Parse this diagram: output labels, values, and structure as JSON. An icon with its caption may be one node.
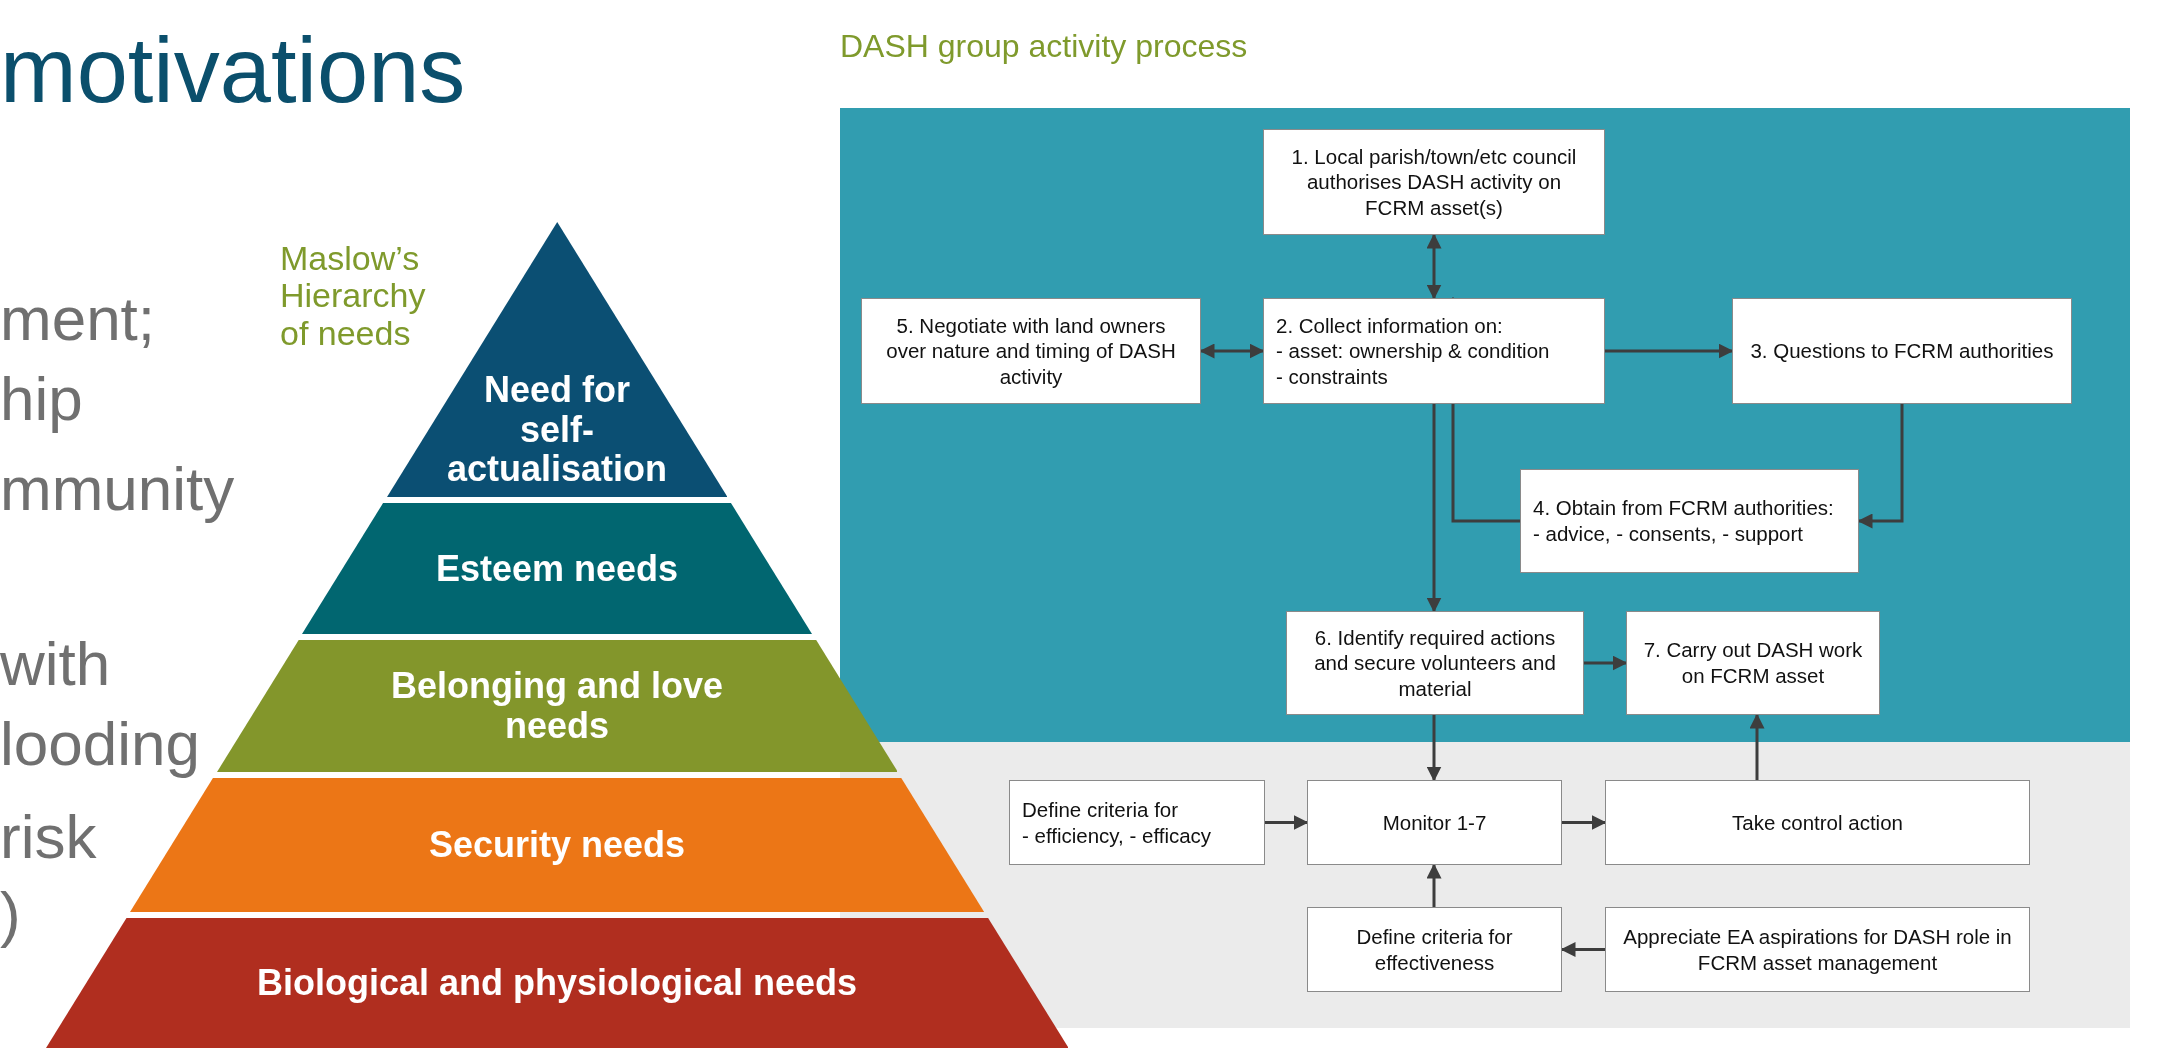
{
  "diagram": {
    "title": "DASH group activity process",
    "nodes": [
      {
        "text": [
          "Need for self-actualisation"
        ]
      },
      {
        "text": [
          "Esteem needs"
        ]
      },
      {
        "text": [
          "Belonging and love needs"
        ]
      },
      {
        "text": [
          "Security needs"
        ]
      },
      {
        "text": [
          "Biological and physiological needs"
        ]
      },
      {
        "text": [
          "1. Local parish/town/etc council authorises DASH activity on FCRM asset(s)"
        ]
      },
      {
        "text": [
          "5. Negotiate with land owners over nature and timing of DASH activity"
        ]
      },
      {
        "text": [
          "2. Collect information on:",
          "- asset: ownership & condition",
          "- constraints"
        ]
      },
      {
        "text": [
          "3. Questions to FCRM authorities"
        ]
      },
      {
        "text": [
          "4. Obtain from FCRM authorities:",
          "- advice, - consents, - support"
        ]
      },
      {
        "text": [
          "6. Identify required actions and secure volunteers and material"
        ]
      },
      {
        "text": [
          "7. Carry out DASH work on FCRM asset"
        ]
      },
      {
        "text": [
          "Define criteria for",
          "- efficiency, - efficacy"
        ]
      },
      {
        "text": [
          "Monitor 1-7"
        ]
      },
      {
        "text": [
          "Take control action"
        ]
      },
      {
        "text": [
          "Define criteria for effectiveness"
        ]
      },
      {
        "text": [
          "Appreciate EA aspirations for DASH role in FCRM asset management"
        ]
      }
    ],
    "edges": [
      {
        "from": 5,
        "to": 7,
        "arrow": "both"
      },
      {
        "from": 6,
        "to": 7,
        "arrow": "both"
      },
      {
        "from": 7,
        "to": 8,
        "arrow": "to"
      },
      {
        "from": 8,
        "to": 9,
        "arrow": "to"
      },
      {
        "from": 9,
        "to": 7,
        "arrow": "to"
      },
      {
        "from": 7,
        "to": 10,
        "arrow": "to"
      },
      {
        "from": 10,
        "to": 11,
        "arrow": "to"
      },
      {
        "from": 10,
        "to": 13,
        "arrow": "to"
      },
      {
        "from": 12,
        "to": 13,
        "arrow": "to"
      },
      {
        "from": 13,
        "to": 14,
        "arrow": "to"
      },
      {
        "from": 14,
        "to": 11,
        "arrow": "to"
      },
      {
        "from": 15,
        "to": 13,
        "arrow": "to"
      },
      {
        "from": 16,
        "to": 15,
        "arrow": "to"
      }
    ],
    "labels": [
      "motivations",
      "ment;",
      "hip",
      "mmunity",
      "with",
      "looding",
      "risk",
      ")",
      "Maslow’s Hierarchy of needs"
    ]
  }
}
